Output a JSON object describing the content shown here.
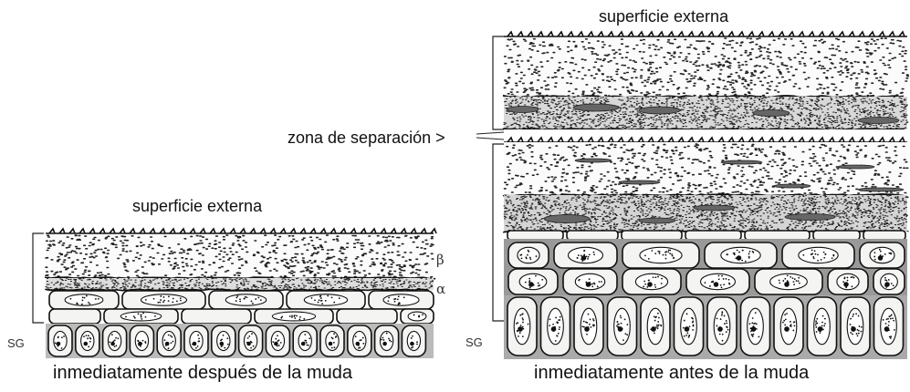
{
  "left_panel": {
    "top_label": "superficie externa",
    "caption": "inmediatamente después de la muda",
    "beta_label": "β",
    "alpha_label": "α",
    "sg_label": "SG"
  },
  "right_panel": {
    "top_label": "superficie externa",
    "caption": "inmediatamente antes de la muda",
    "separation_label": "zona de separación >",
    "sg_label": "SG"
  }
}
